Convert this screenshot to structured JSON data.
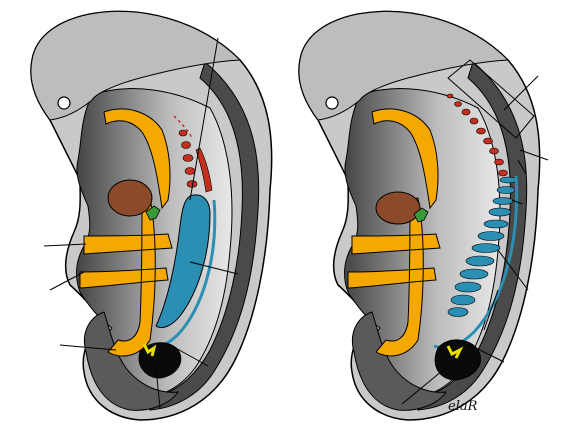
{
  "figure": {
    "signature": "elaR",
    "colors": {
      "background": "#ffffff",
      "outline": "#000000",
      "body_light": "#d9d9d9",
      "body_mid": "#8c8c8c",
      "body_dark": "#4a4a4a",
      "endoderm_gut": "#f5a800",
      "intermediate_mesoderm": "#c4301e",
      "mesonephric_duct": "#2b8fb3",
      "cloaca_dark": "#0a0a0a",
      "liver": "#8b4a2a",
      "urinary_bud": "#e8e000",
      "green_bud": "#3a9a3a"
    },
    "panels": [
      {
        "name": "left-embryo",
        "stage": "early"
      },
      {
        "name": "right-embryo",
        "stage": "later"
      }
    ]
  }
}
